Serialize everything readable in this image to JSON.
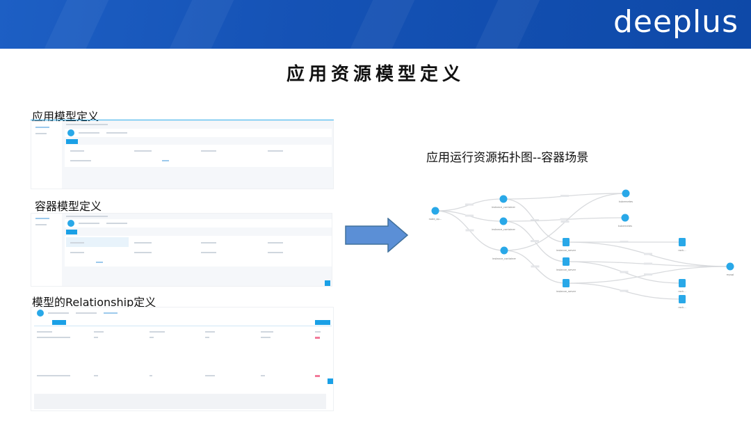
{
  "header": {
    "logo": "deeplus",
    "brand_color": "#1552b5"
  },
  "title": "应用资源模型定义",
  "sections": [
    {
      "label": "应用模型定义"
    },
    {
      "label": "容器模型定义"
    },
    {
      "label": "模型的Relationship定义"
    }
  ],
  "arrow": {
    "color": "#5b8fd6"
  },
  "topology": {
    "title": "应用运行资源拓扑图--容器场景",
    "accent": "#29a8e8",
    "nodes": [
      {
        "label": "node_ap…",
        "icon": "cube-icon"
      },
      {
        "label": "instance_container",
        "icon": "gear-icon"
      },
      {
        "label": "instance_container",
        "icon": "gear-icon"
      },
      {
        "label": "instance_container",
        "icon": "gear-icon"
      },
      {
        "label": "kubernetes",
        "icon": "cluster-icon"
      },
      {
        "label": "kubernetes",
        "icon": "cluster-icon"
      },
      {
        "label": "instance_server",
        "icon": "server-icon"
      },
      {
        "label": "instance_server",
        "icon": "server-icon"
      },
      {
        "label": "instance_server",
        "icon": "server-icon"
      },
      {
        "label": "rack…",
        "icon": "rack-icon"
      },
      {
        "label": "mysql",
        "icon": "database-icon"
      },
      {
        "label": "rack…",
        "icon": "rack-icon"
      },
      {
        "label": "rack…",
        "icon": "rack-icon"
      }
    ],
    "edges": [
      [
        0,
        1
      ],
      [
        0,
        2
      ],
      [
        0,
        3
      ],
      [
        1,
        4
      ],
      [
        1,
        6
      ],
      [
        2,
        5
      ],
      [
        2,
        7
      ],
      [
        3,
        4
      ],
      [
        3,
        8
      ],
      [
        6,
        9
      ],
      [
        6,
        10
      ],
      [
        7,
        10
      ],
      [
        7,
        11
      ],
      [
        8,
        10
      ],
      [
        8,
        12
      ]
    ]
  }
}
